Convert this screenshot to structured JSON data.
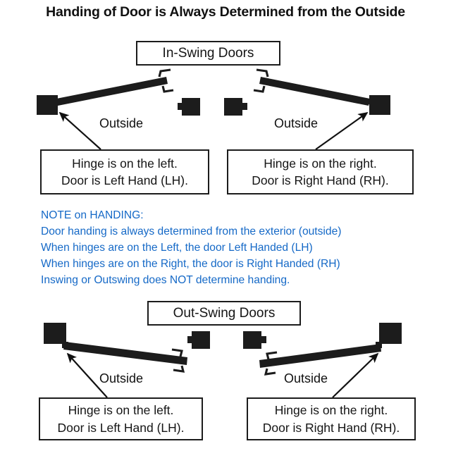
{
  "title": "Handing of Door is Always Determined from the Outside",
  "sections": {
    "inswing": {
      "label": "In-Swing Doors"
    },
    "outswing": {
      "label": "Out-Swing Doors"
    }
  },
  "labels": {
    "outside": "Outside"
  },
  "callouts": {
    "inswing_left": {
      "line1": "Hinge is on the left.",
      "line2": "Door is Left Hand (LH)."
    },
    "inswing_right": {
      "line1": "Hinge is on the right.",
      "line2": "Door is Right Hand (RH)."
    },
    "outswing_left": {
      "line1": "Hinge is on the left.",
      "line2": "Door is Left Hand (LH)."
    },
    "outswing_right": {
      "line1": "Hinge is on the right.",
      "line2": "Door is Right Hand (RH)."
    }
  },
  "note": {
    "heading": "NOTE on HANDING:",
    "line1": "Door handing is always determined from the exterior (outside)",
    "line2": "When hinges are on the Left, the door Left Handed (LH)",
    "line3": "When hinges are on the Right, the door is Right Handed (RH)",
    "line4": "Inswing or Outswing does NOT determine handing."
  },
  "colors": {
    "note_blue": "#1569c7",
    "ink": "#111111",
    "door_black": "#1c1c1c",
    "background": "#ffffff"
  },
  "icons": {
    "hinge_jamb": "hinge-block-icon",
    "strike_jamb": "strike-block-icon",
    "door_leaf": "door-leaf-icon",
    "lever_handle": "lever-handle-icon",
    "pointer": "arrow-pointer-icon"
  }
}
